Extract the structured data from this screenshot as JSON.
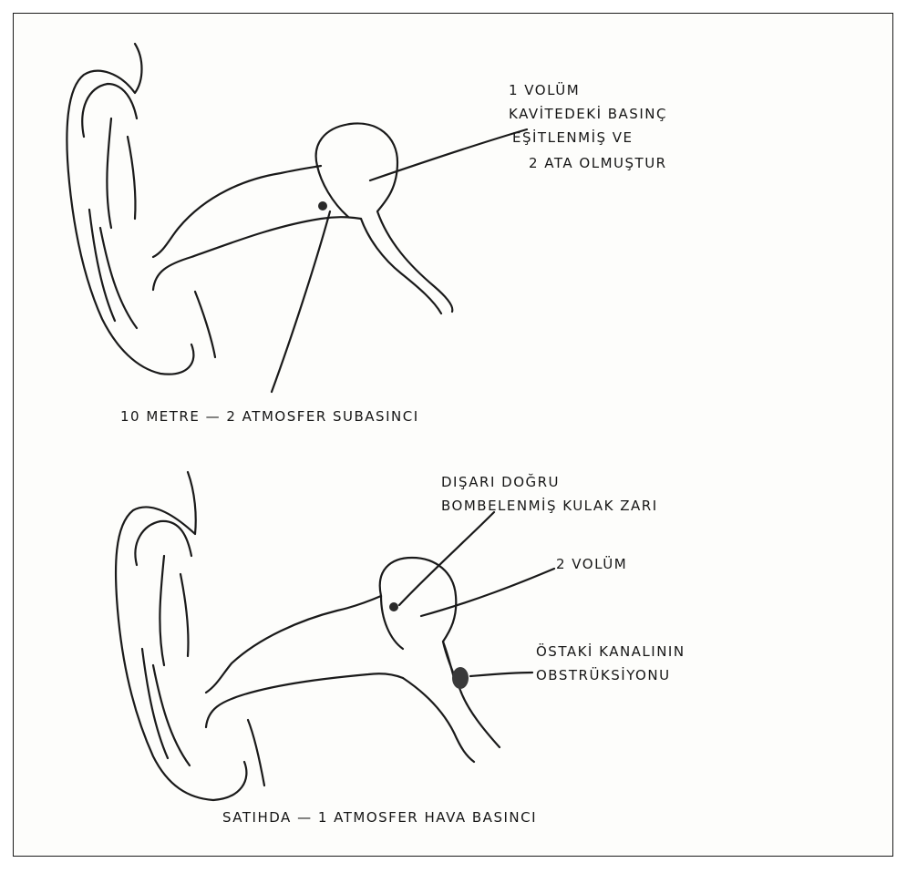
{
  "top_diagram": {
    "label_volume": "1 VOLÜM",
    "label_pressure_line1": "KAVİTEDEKİ BASINÇ",
    "label_pressure_line2": "EŞİTLENMİŞ VE",
    "label_pressure_line3": "2 ATA OLMUŞTUR",
    "caption": "10 METRE — 2 ATMOSFER SUBASINCI"
  },
  "bottom_diagram": {
    "label_eardrum_line1": "DIŞARI DOĞRU",
    "label_eardrum_line2": "BOMBELENMİŞ KULAK ZARI",
    "label_volume": "2 VOLÜM",
    "label_obstruction_line1": "ÖSTAKİ KANALININ",
    "label_obstruction_line2": "OBSTRÜKSİYONU",
    "caption": "SATIHDA — 1 ATMOSFER HAVA BASINCI"
  }
}
